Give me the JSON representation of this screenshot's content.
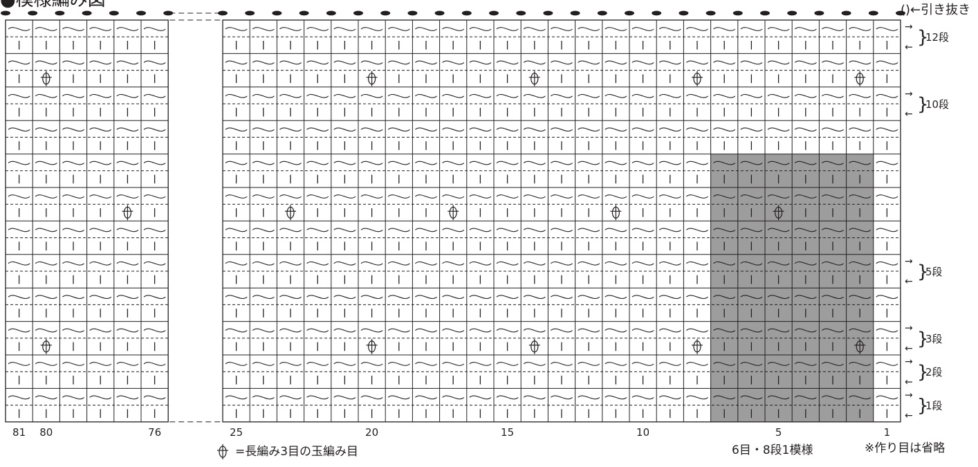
{
  "header": {
    "title_visible_fragment": "●模様編み図",
    "drawstring_label": "()←引き抜き"
  },
  "chart_data": {
    "type": "crochet-chart",
    "left_block_columns": [
      81,
      80,
      79,
      78,
      77,
      76
    ],
    "right_block_columns": [
      25,
      24,
      23,
      22,
      21,
      20,
      19,
      18,
      17,
      16,
      15,
      14,
      13,
      12,
      11,
      10,
      9,
      8,
      7,
      6,
      5,
      4,
      3,
      2,
      1
    ],
    "rows": 12,
    "column_labels": [
      {
        "col": 81,
        "text": "81"
      },
      {
        "col": 80,
        "text": "80"
      },
      {
        "col": 76,
        "text": "76"
      },
      {
        "col": 25,
        "text": "25"
      },
      {
        "col": 20,
        "text": "20"
      },
      {
        "col": 15,
        "text": "15"
      },
      {
        "col": 10,
        "text": "10"
      },
      {
        "col": 5,
        "text": "5"
      },
      {
        "col": 1,
        "text": "1"
      }
    ],
    "row_labels": [
      {
        "row": 12,
        "text": "12段"
      },
      {
        "row": 10,
        "text": "10段"
      },
      {
        "row": 5,
        "text": "5段"
      },
      {
        "row": 3,
        "text": "3段"
      },
      {
        "row": 2,
        "text": "2段"
      },
      {
        "row": 1,
        "text": "1段"
      }
    ],
    "row_arrows": {
      "right": "→",
      "left": "←",
      "brace": "}"
    },
    "bobbles": [
      {
        "row": 11,
        "col": 80
      },
      {
        "row": 11,
        "col": 20
      },
      {
        "row": 11,
        "col": 14
      },
      {
        "row": 11,
        "col": 8
      },
      {
        "row": 11,
        "col": 2
      },
      {
        "row": 7,
        "col": 77
      },
      {
        "row": 7,
        "col": 23
      },
      {
        "row": 7,
        "col": 17
      },
      {
        "row": 7,
        "col": 11
      },
      {
        "row": 7,
        "col": 5
      },
      {
        "row": 3,
        "col": 80
      },
      {
        "row": 3,
        "col": 20
      },
      {
        "row": 3,
        "col": 14
      },
      {
        "row": 3,
        "col": 8
      },
      {
        "row": 3,
        "col": 2
      }
    ],
    "pattern_repeat": {
      "cols_from": 7,
      "cols_to": 2,
      "rows_from": 1,
      "rows_to": 8
    },
    "colors": {
      "line": "#231f20",
      "repeat_fill": "#9d9d9d",
      "background": "#ffffff"
    }
  },
  "footer": {
    "legend_text": "=長編み3目の玉編み目",
    "repeat_note": "6目・8段1模様",
    "omission_note": "※作り目は省略"
  }
}
